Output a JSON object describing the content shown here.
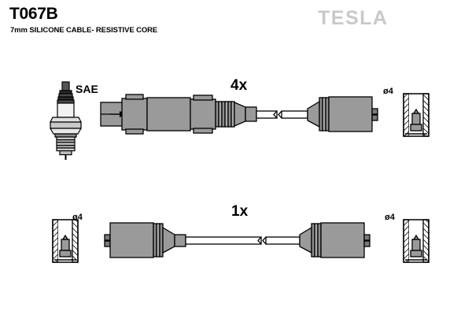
{
  "document": {
    "part_number": "T067B",
    "description": "7mm SILICONE CABLE- RESISTIVE CORE",
    "brand": "TESLA",
    "background_color": "#ffffff",
    "line_color": "#000000",
    "body_fill_color": "#9a9a9a",
    "logo_color": "#c9c9c9"
  },
  "labels": {
    "spark_plug_standard": "SAE",
    "upper_quantity": "4x",
    "lower_quantity": "1x",
    "upper_right_diameter": "ø4",
    "lower_left_diameter": "ø4",
    "lower_right_diameter": "ø4"
  },
  "assemblies": [
    {
      "name": "upper-cable-assembly",
      "quantity": "4x",
      "left_end": "distributor-cap-connector",
      "right_end": "spark-plug-boot",
      "terminal_diameter": "ø4"
    },
    {
      "name": "lower-cable-assembly",
      "quantity": "1x",
      "left_end": "spark-plug-boot",
      "right_end": "spark-plug-boot",
      "terminal_diameter": "ø4"
    }
  ],
  "icons": {
    "spark_plug": "spark-plug-icon",
    "terminal_section": "terminal-cross-section-icon"
  }
}
